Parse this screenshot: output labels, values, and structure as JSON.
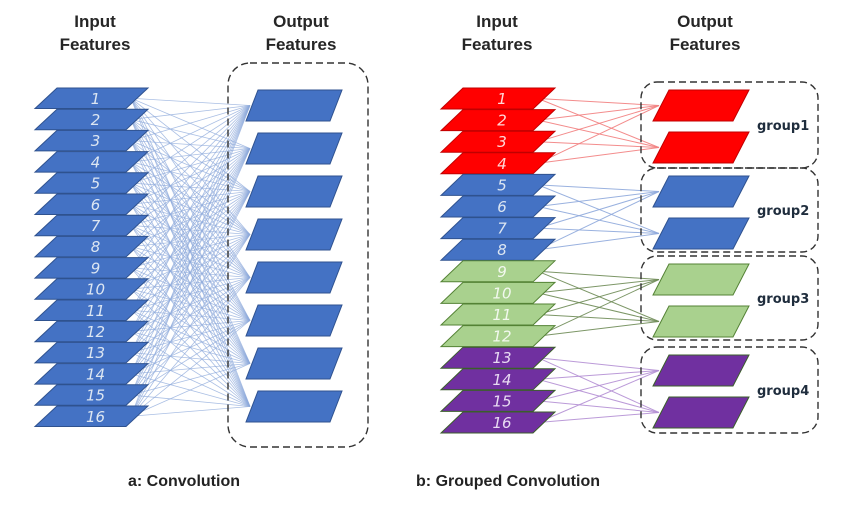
{
  "panels": {
    "a": {
      "input_header": [
        "Input",
        "Features"
      ],
      "output_header": [
        "Output",
        "Features"
      ],
      "caption": "a: Convolution",
      "input_labels": [
        "1",
        "2",
        "3",
        "4",
        "5",
        "6",
        "7",
        "8",
        "9",
        "10",
        "11",
        "12",
        "13",
        "14",
        "15",
        "16"
      ],
      "output_count": 8,
      "colors": {
        "fill": "#4472C4",
        "edge": "#2F528F",
        "label": "#DCE6F2",
        "line": "#8EA9DB"
      },
      "connectivity": "full"
    },
    "b": {
      "input_header": [
        "Input",
        "Features"
      ],
      "output_header": [
        "Output",
        "Features"
      ],
      "caption": "b: Grouped Convolution",
      "groups": [
        {
          "name": "group1",
          "inputs": [
            "1",
            "2",
            "3",
            "4"
          ],
          "outputs": 2,
          "fill": "#FF0000",
          "edge": "#C00000",
          "label": "#FFD7D7",
          "line": "#F28080"
        },
        {
          "name": "group2",
          "inputs": [
            "5",
            "6",
            "7",
            "8"
          ],
          "outputs": 2,
          "fill": "#4472C4",
          "edge": "#2F528F",
          "label": "#DCE6F2",
          "line": "#8EA9DB"
        },
        {
          "name": "group3",
          "inputs": [
            "9",
            "10",
            "11",
            "12"
          ],
          "outputs": 2,
          "fill": "#A9D18E",
          "edge": "#548235",
          "label": "#F2F8EE",
          "line": "#6E8B55"
        },
        {
          "name": "group4",
          "inputs": [
            "13",
            "14",
            "15",
            "16"
          ],
          "outputs": 2,
          "fill": "#7030A0",
          "edge": "#3B5E2B",
          "label": "#E8DAF2",
          "line": "#B48FD4"
        }
      ],
      "connectivity": "grouped"
    }
  }
}
